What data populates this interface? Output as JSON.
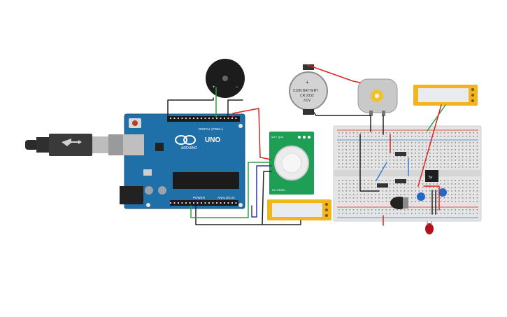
{
  "arduino": {
    "uno_label": "UNO",
    "brand_label": "ARDUINO",
    "digital_label": "DIGITAL (PWM~)",
    "power_label": "POWER",
    "analog_label": "ANALOG IN",
    "color": "#1f6fa8"
  },
  "battery": {
    "label_line1": "COIN BATTERY",
    "label_line2": "CR 2032",
    "label_line3": "3.0V",
    "plus": "+"
  },
  "buzzer": {
    "plus": "+",
    "minus": "−"
  },
  "pir": {
    "top_label": "out  + gnd",
    "bottom_label": "HC-SR501",
    "color": "#1e9f55"
  },
  "regulator": {
    "label": "5v"
  },
  "wire_colors": {
    "red": "#d9251d",
    "black": "#222222",
    "green": "#2ea043",
    "blue": "#2f7fd0",
    "darkblue": "#2b3c8c"
  },
  "accent_colors": {
    "usb": "#555555",
    "lcd_frame": "#f2b51d",
    "lcd_screen": "#e9ecef",
    "led": "#b3121b",
    "cap_blue": "#2567c8"
  }
}
